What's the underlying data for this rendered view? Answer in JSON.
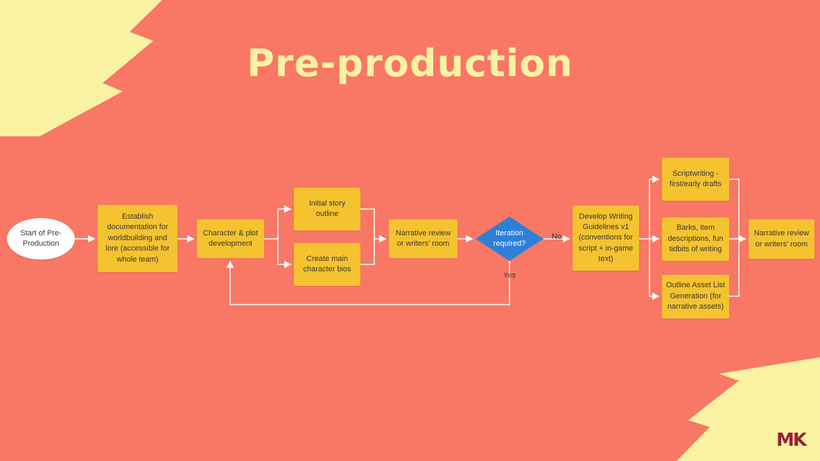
{
  "title": "Pre-production",
  "logo_text": "MK",
  "colors": {
    "background": "#F97765",
    "accent_cream": "#FAF2A3",
    "node_yellow": "#F5C330",
    "node_blue": "#2E80D6",
    "text_dark": "#3A362E",
    "line": "#FFFFFF",
    "logo": "#9B1E32"
  },
  "flowchart": {
    "start": "Start of Pre-Production",
    "establish_docs": "Establish documentation for worldbuilding and lore (accessible for whole team)",
    "character_plot": "Character & plot development",
    "initial_story": "Initial story outline",
    "character_bios": "Create main character bios",
    "narrative_review_1": "Narrative review or writers’ room",
    "decision": "Iteration required?",
    "no_label": "No",
    "yes_label": "Yes",
    "writing_guidelines": "Develop Writing Guidelines v1 (conventions for script + in-game text)",
    "scriptwriting": "Scriptwriting - first/early drafts",
    "barks": "Barks, item descriptions, fun tidbits of writing",
    "asset_list": "Outline Asset List Generation (for narrative assets)",
    "narrative_review_2": "Narrative review or writers’ room"
  }
}
